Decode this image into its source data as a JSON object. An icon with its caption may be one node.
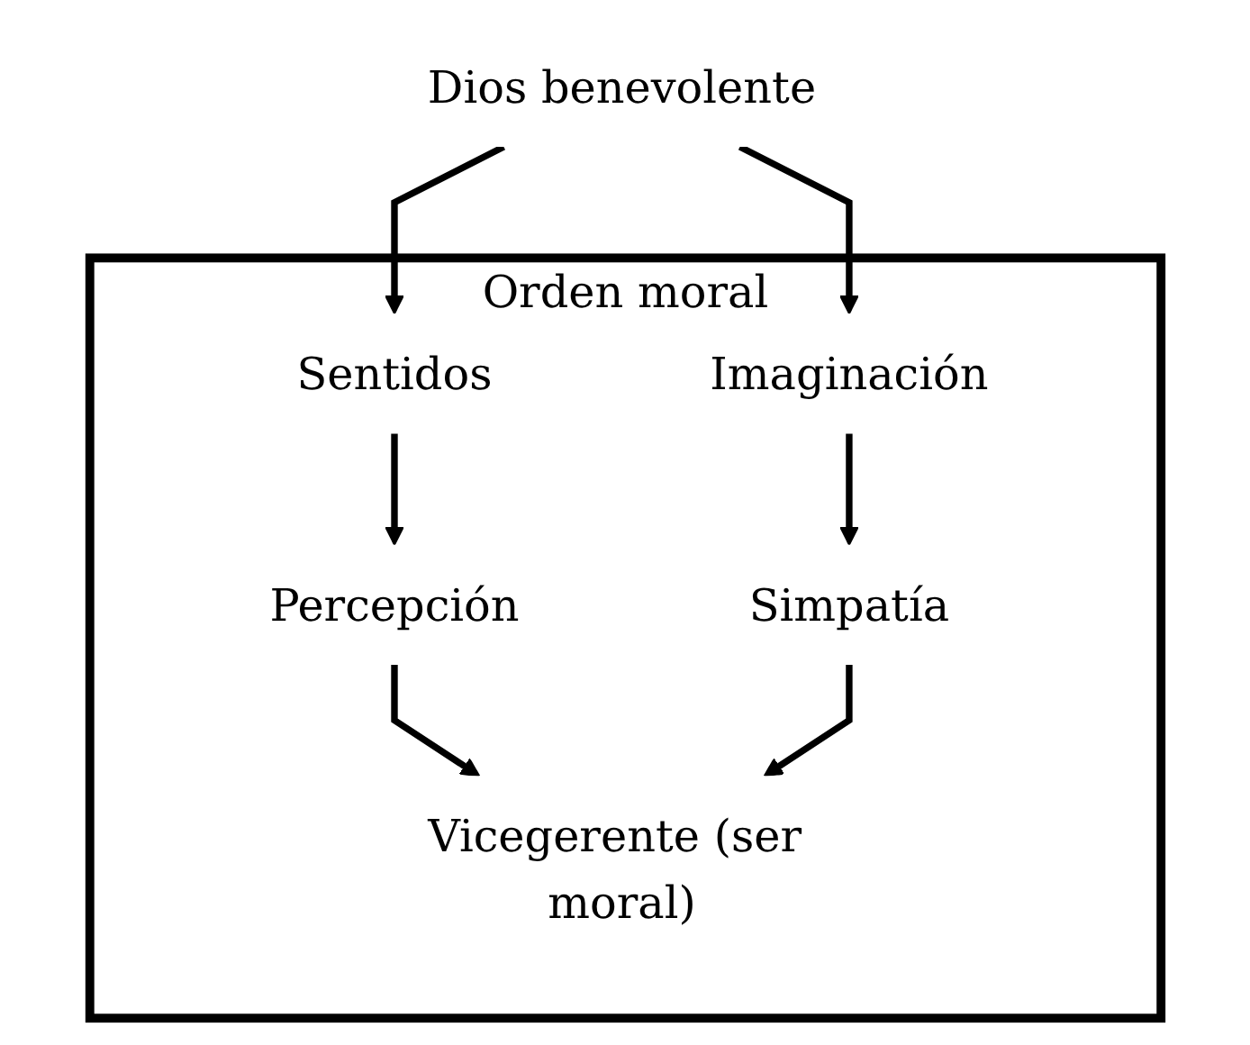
{
  "diagram": {
    "nodes": [
      {
        "text": [
          "Dios benevolente"
        ]
      },
      {
        "text": [
          "Orden moral"
        ]
      },
      {
        "text": [
          "Sentidos"
        ],
        "in": 1
      },
      {
        "text": [
          "Imaginación"
        ],
        "in": 1
      },
      {
        "text": [
          "Percepción"
        ],
        "in": 1
      },
      {
        "text": [
          "Simpatía"
        ],
        "in": 1
      },
      {
        "text": [
          "Vicegerente (ser moral)"
        ],
        "in": 1
      }
    ],
    "edges": [
      {
        "from": 0,
        "to": 2,
        "arrow": "to"
      },
      {
        "from": 0,
        "to": 3,
        "arrow": "to"
      },
      {
        "from": 2,
        "to": 4,
        "arrow": "to"
      },
      {
        "from": 3,
        "to": 5,
        "arrow": "to"
      },
      {
        "from": 4,
        "to": 6,
        "arrow": "to"
      },
      {
        "from": 5,
        "to": 6,
        "arrow": "to"
      }
    ]
  }
}
